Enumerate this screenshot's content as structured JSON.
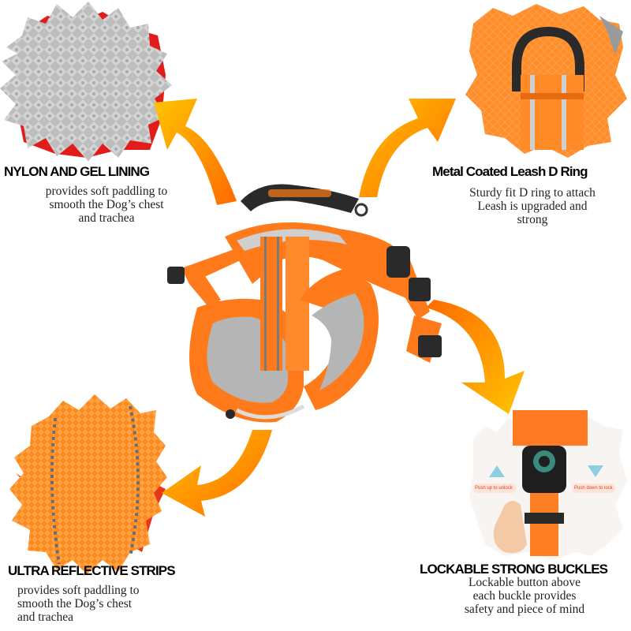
{
  "colors": {
    "accent_orange": "#ff7a1a",
    "arrow_start": "#ffb800",
    "arrow_end": "#ff6a00",
    "lining_gray": "#b8b8b8",
    "text_dark": "#000000"
  },
  "features": [
    {
      "heading": "NYLON AND GEL LINING",
      "lines": [
        "provides soft paddling to",
        "smooth the Dog’s chest",
        "and trachea"
      ]
    },
    {
      "heading": "Metal Coated Leash D Ring",
      "lines": [
        "Sturdy fit D ring to attach",
        "Leash is upgraded and",
        "strong"
      ]
    },
    {
      "heading": "ULTRA REFLECTIVE STRIPS",
      "lines": [
        "provides soft paddling to",
        "smooth the Dog’s chest",
        "and trachea"
      ]
    },
    {
      "heading": "LOCKABLE STRONG BUCKLES",
      "lines": [
        "Lockable button above",
        "each buckle provides",
        "safety and piece of mind"
      ]
    }
  ],
  "buckle_photo": {
    "unlock_label": "Push up to unlock",
    "lock_label": "Push down to lock"
  }
}
